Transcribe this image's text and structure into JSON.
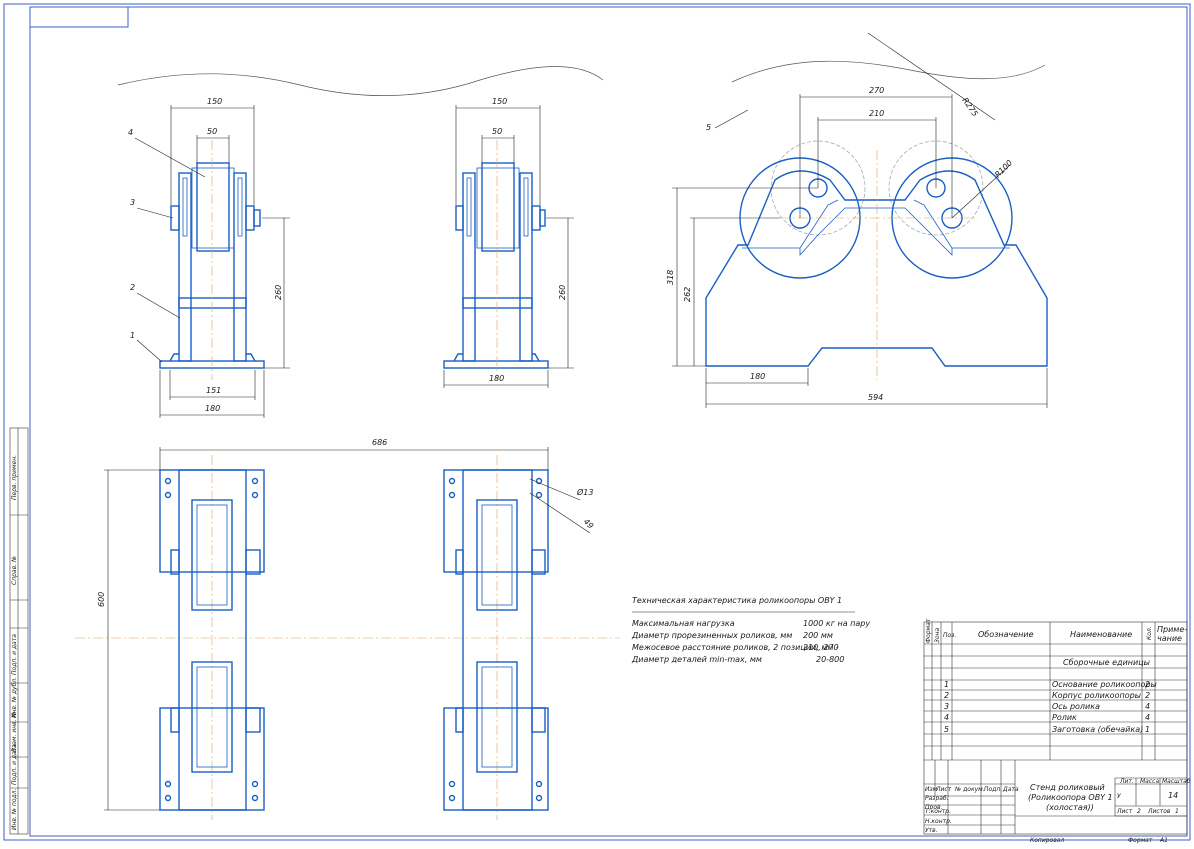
{
  "drawing": {
    "title_lines": [
      "Стенд роликовый",
      "(Роликоопора OBY 1",
      "(холостая))"
    ],
    "sheets_total": "14",
    "sheet_label": "Лист",
    "sheet_no": "2",
    "sheets_label": "Листов",
    "sheets_count": "1",
    "lit_label": "Лит.",
    "mass_label": "Масса",
    "scale_label": "Масштаб",
    "letter_u": "У",
    "copied_label": "Копировал",
    "format_label": "Формат",
    "format_value": "А1"
  },
  "dimensions": {
    "side_width_top": "150",
    "side_roller_width": "50",
    "side_height": "260",
    "side_base_inner": "151",
    "side_base_outer": "180",
    "side2_width_top": "150",
    "side2_roller_width": "50",
    "side2_height": "260",
    "side2_base": "180",
    "front_outer": "270",
    "front_inner": "210",
    "front_radius_big": "R275",
    "front_radius_small": "R100",
    "front_height_total": "318",
    "front_height_axis": "262",
    "front_base_left": "180",
    "front_base_total": "594",
    "plan_total_width": "686",
    "plan_length": "600",
    "plan_hole_d": "Ø13",
    "plan_hole_pitch": "49"
  },
  "callouts": [
    "4",
    "3",
    "2",
    "1",
    "5"
  ],
  "tech": {
    "heading": "Техническая характеристика роликоопоры OBY 1",
    "rows": [
      {
        "label": "Максимальная нагрузка",
        "value": "1000 кг на пару"
      },
      {
        "label": "Диаметр прорезиненных роликов, мм",
        "value": "200 мм"
      },
      {
        "label": "Межосевое расстояние роликов, 2 позиции, мм -",
        "value": "210, 270"
      },
      {
        "label": "Диаметр деталей min-max, мм",
        "value": "20-800"
      }
    ]
  },
  "spec": {
    "headers": {
      "format": "Формат",
      "zone": "Зона",
      "pos": "Поз.",
      "designation": "Обозначение",
      "name": "Наименование",
      "qty": "Кол.",
      "note1": "Приме-",
      "note2": "чание"
    },
    "section": "Сборочные единицы",
    "rows": [
      {
        "pos": "1",
        "name": "Основание роликоопоры",
        "qty": "2"
      },
      {
        "pos": "2",
        "name": "Корпус роликоопоры",
        "qty": "2"
      },
      {
        "pos": "3",
        "name": "Ось ролика",
        "qty": "4"
      },
      {
        "pos": "4",
        "name": "Ролик",
        "qty": "4"
      },
      {
        "pos": "5",
        "name": "Заготовка (обечайка)",
        "qty": "1"
      }
    ]
  },
  "titleblock": {
    "row_labels": [
      "Изм",
      "Лист",
      "№ докум.",
      "Подп.",
      "Дата"
    ],
    "roles": [
      "Разраб.",
      "Пров.",
      "Т.контр.",
      "",
      "Н.контр.",
      "Утв."
    ]
  },
  "side_stamps": [
    "Перв. примен.",
    "Справ. №",
    "Подп. и дата",
    "Инв. № дубл.",
    "Взам. инв. №",
    "Подп. и дата",
    "Инв. № подл."
  ]
}
